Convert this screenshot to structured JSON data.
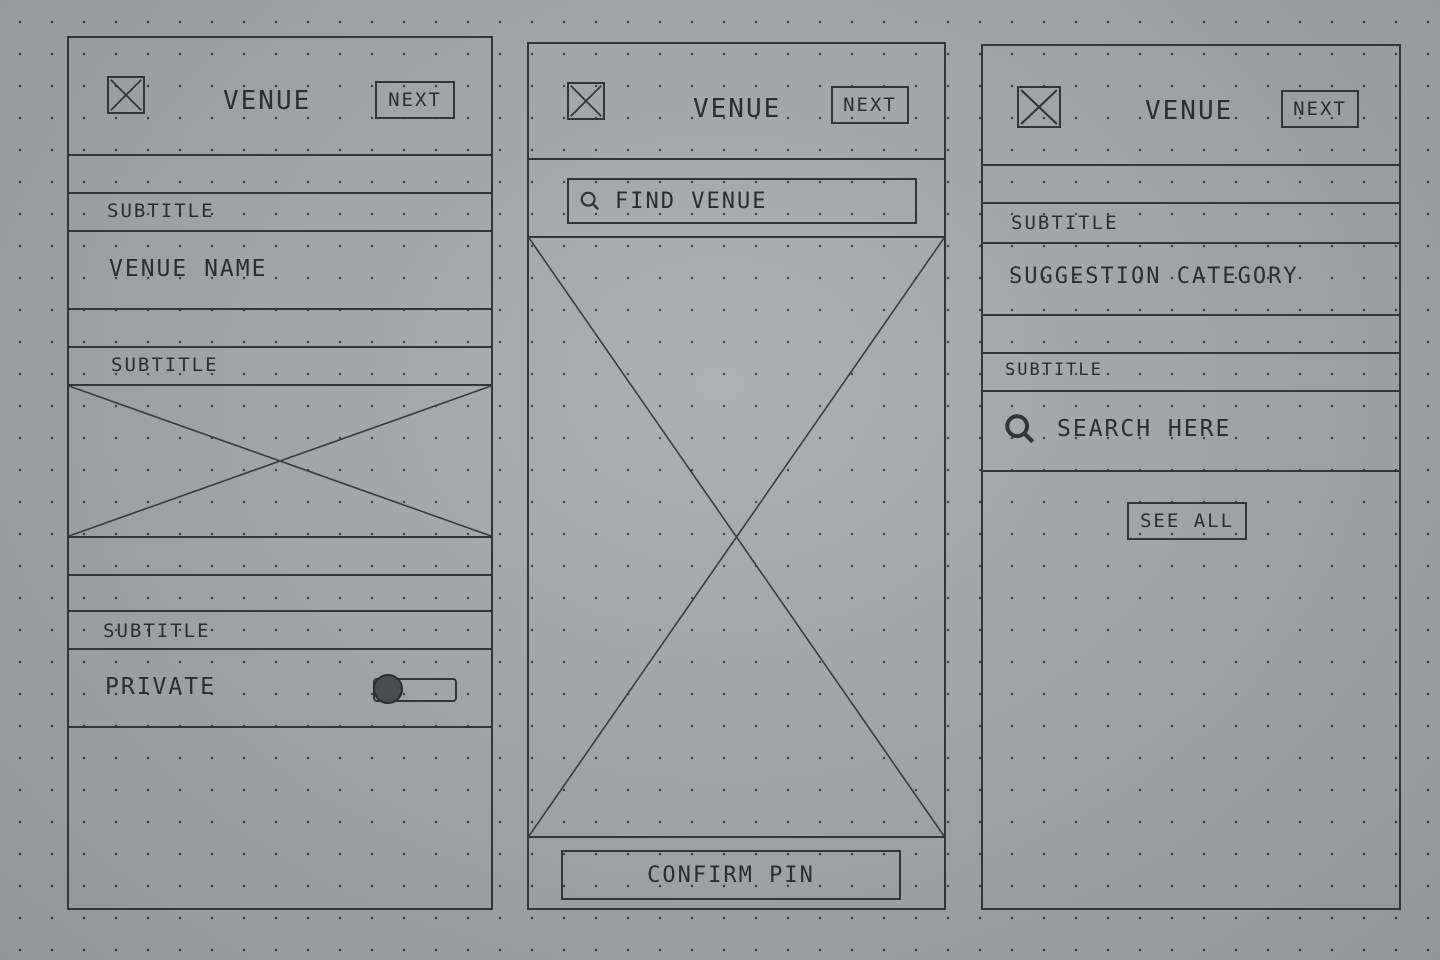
{
  "screens": [
    {
      "header": {
        "title": "VENUE",
        "next_label": "NEXT"
      },
      "sections": [
        {
          "subtitle": "SUBTITLE",
          "value": "VENUE NAME"
        },
        {
          "subtitle": "SUBTITLE"
        },
        {
          "subtitle": "SUBTITLE",
          "toggle_label": "PRIVATE",
          "toggle_on": false
        }
      ]
    },
    {
      "header": {
        "title": "VENUE",
        "next_label": "NEXT"
      },
      "search": {
        "placeholder": "FIND VENUE"
      },
      "confirm_label": "CONFIRM PIN"
    },
    {
      "header": {
        "title": "VENUE",
        "next_label": "NEXT"
      },
      "sections": [
        {
          "subtitle": "SUBTITLE",
          "value": "SUGGESTION CATEGORY"
        },
        {
          "subtitle": "SUBTITLE",
          "search_placeholder": "SEARCH HERE"
        }
      ],
      "see_all_label": "SEE ALL"
    }
  ],
  "icons": [
    "close-icon",
    "search-icon",
    "image-placeholder-icon",
    "map-placeholder-icon",
    "toggle-switch"
  ],
  "colors": {
    "paper": "#a4a7aa",
    "ink": "#333537"
  }
}
